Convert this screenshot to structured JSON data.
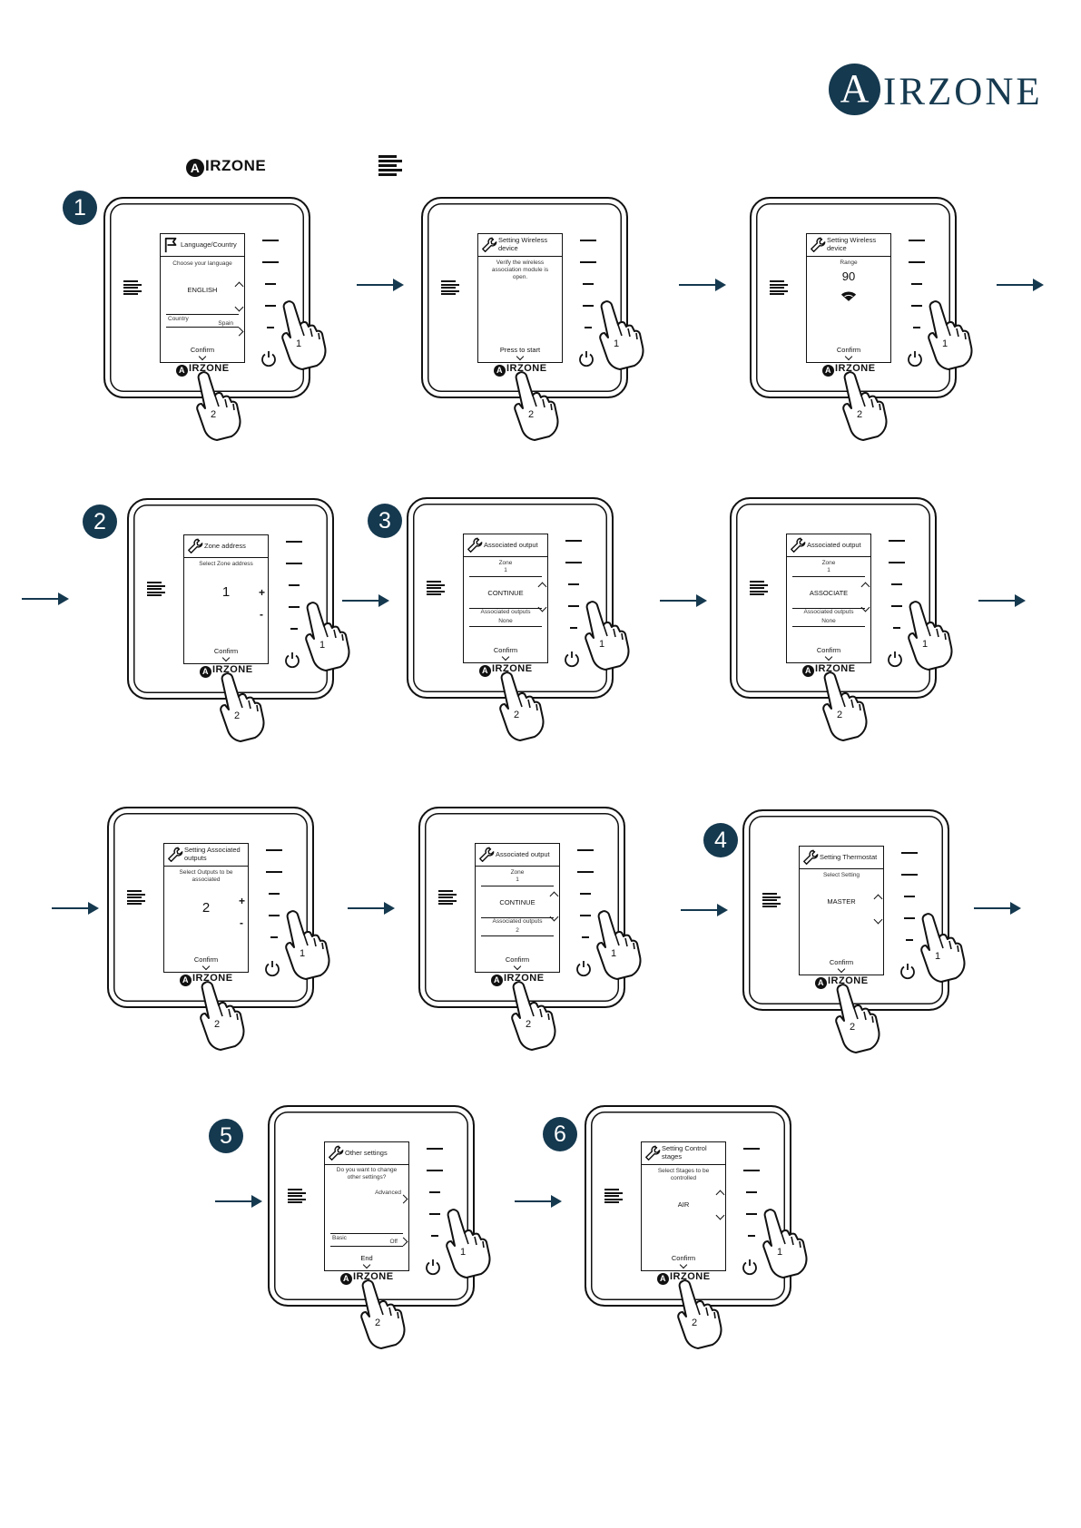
{
  "brand": {
    "first": "A",
    "rest": "IRZONE"
  },
  "header": {
    "logo_initial": "A",
    "logo_rest": "IRZONE",
    "menu_icon": "menu-lines-icon"
  },
  "colors": {
    "accent": "#15394f",
    "ink": "#111111"
  },
  "device_logo": {
    "initial": "A",
    "rest": "IRZONE"
  },
  "steps": [
    {
      "label": "1"
    },
    {
      "label": "2"
    },
    {
      "label": "3"
    },
    {
      "label": "4"
    },
    {
      "label": "5"
    },
    {
      "label": "6"
    }
  ],
  "screens": [
    {
      "icon": "flag-icon",
      "title": "Language/Country",
      "prompt": "Choose your language",
      "value": "ENGLISH",
      "sub_label": "Country",
      "sub_value": "Spain",
      "footer": "Confirm"
    },
    {
      "icon": "wrench-icon",
      "title": "Setting Wireless device",
      "prompt": "Verify the wireless association module is open.",
      "footer": "Press to start"
    },
    {
      "icon": "wrench-icon",
      "title": "Setting Wireless device",
      "prompt": "Range",
      "value": "90",
      "signal_icon": "wifi-icon",
      "footer": "Confirm"
    },
    {
      "icon": "wrench-icon",
      "title": "Zone address",
      "prompt": "Select Zone address",
      "value": "1",
      "plus": "+",
      "minus": "-",
      "footer": "Confirm"
    },
    {
      "icon": "wrench-icon",
      "title": "Associated output",
      "prompt": "Zone",
      "zone": "1",
      "value": "CONTINUE",
      "sub_label": "Associated outputs",
      "sub_value": "None",
      "footer": "Confirm"
    },
    {
      "icon": "wrench-icon",
      "title": "Associated output",
      "prompt": "Zone",
      "zone": "1",
      "value": "ASSOCIATE",
      "sub_label": "Associated outputs",
      "sub_value": "None",
      "footer": "Confirm"
    },
    {
      "icon": "wrench-icon",
      "title": "Setting Associated outputs",
      "prompt": "Select Outputs to be associated",
      "value": "2",
      "plus": "+",
      "minus": "-",
      "footer": "Confirm"
    },
    {
      "icon": "wrench-icon",
      "title": "Associated output",
      "prompt": "Zone",
      "zone": "1",
      "value": "CONTINUE",
      "sub_label": "Associated outputs",
      "sub_value": "2",
      "footer": "Confirm"
    },
    {
      "icon": "wrench-icon",
      "title": "Setting Thermostat",
      "prompt": "Select Setting",
      "value": "MASTER",
      "footer": "Confirm"
    },
    {
      "icon": "wrench-icon",
      "title": "Other settings",
      "prompt": "Do you want to change other settings?",
      "option_a": "Advanced",
      "sub_label": "Basic",
      "sub_value": "Off",
      "footer": "End"
    },
    {
      "icon": "wrench-icon",
      "title": "Setting Control stages",
      "prompt": "Select Stages to be controlled",
      "value": "AIR",
      "footer": "Confirm"
    }
  ],
  "hands": {
    "side": "1",
    "bottom": "2"
  }
}
